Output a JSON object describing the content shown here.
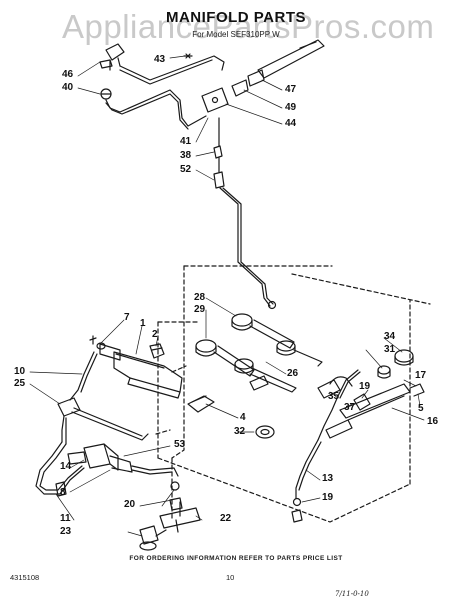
{
  "watermark": "AppliancePartsPros.com",
  "title": "MANIFOLD PARTS",
  "subtitle": "For Model SEF310PP W",
  "callouts": [
    {
      "id": "43",
      "label": "43"
    },
    {
      "id": "46",
      "label": "46"
    },
    {
      "id": "40",
      "label": "40"
    },
    {
      "id": "47",
      "label": "47"
    },
    {
      "id": "49",
      "label": "49"
    },
    {
      "id": "44",
      "label": "44"
    },
    {
      "id": "41",
      "label": "41"
    },
    {
      "id": "38",
      "label": "38"
    },
    {
      "id": "52",
      "label": "52"
    },
    {
      "id": "28",
      "label": "28"
    },
    {
      "id": "29",
      "label": "29"
    },
    {
      "id": "7",
      "label": "7"
    },
    {
      "id": "1",
      "label": "1"
    },
    {
      "id": "2",
      "label": "2"
    },
    {
      "id": "34",
      "label": "34"
    },
    {
      "id": "31",
      "label": "31"
    },
    {
      "id": "10",
      "label": "10"
    },
    {
      "id": "25",
      "label": "25"
    },
    {
      "id": "26",
      "label": "26"
    },
    {
      "id": "19a",
      "label": "19"
    },
    {
      "id": "17",
      "label": "17"
    },
    {
      "id": "35",
      "label": "35"
    },
    {
      "id": "37",
      "label": "37"
    },
    {
      "id": "5",
      "label": "5"
    },
    {
      "id": "4",
      "label": "4"
    },
    {
      "id": "32",
      "label": "32"
    },
    {
      "id": "16",
      "label": "16"
    },
    {
      "id": "53",
      "label": "53"
    },
    {
      "id": "14",
      "label": "14"
    },
    {
      "id": "8",
      "label": "8"
    },
    {
      "id": "13",
      "label": "13"
    },
    {
      "id": "19b",
      "label": "19"
    },
    {
      "id": "20",
      "label": "20"
    },
    {
      "id": "11",
      "label": "11"
    },
    {
      "id": "22",
      "label": "22"
    },
    {
      "id": "23",
      "label": "23"
    }
  ],
  "footer": {
    "note": "FOR ORDERING INFORMATION REFER TO PARTS PRICE LIST",
    "doc_number": "4315108",
    "page_number": "10",
    "handwritten": "7/11-0-10"
  }
}
